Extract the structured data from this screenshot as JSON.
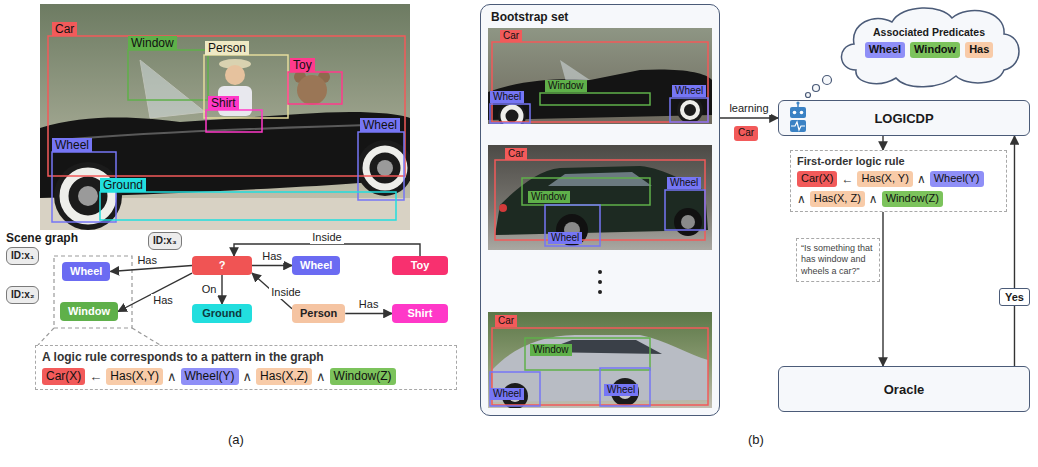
{
  "diagram": {
    "nodes": [
      {
        "text": [
          "ID:x₁"
        ]
      },
      {
        "text": [
          "Wheel"
        ]
      },
      {
        "text": [
          "ID:x₂"
        ]
      },
      {
        "text": [
          "Window"
        ]
      },
      {
        "text": [
          "ID:x₃"
        ]
      },
      {
        "text": [
          "?"
        ]
      },
      {
        "text": [
          "Wheel"
        ]
      },
      {
        "text": [
          "Toy"
        ]
      },
      {
        "text": [
          "Ground"
        ]
      },
      {
        "text": [
          "Person"
        ]
      },
      {
        "text": [
          "Shirt"
        ]
      },
      {
        "text": [
          "A logic rule corresponds to a pattern in the graph"
        ]
      },
      {
        "text": [
          "Car(X)"
        ],
        "in": 11
      },
      {
        "text": [
          "Has(X,Y)"
        ],
        "in": 11
      },
      {
        "text": [
          "Wheel(Y)"
        ],
        "in": 11
      },
      {
        "text": [
          "Has(X,Z)"
        ],
        "in": 11
      },
      {
        "text": [
          "Window(Z)"
        ],
        "in": 11
      },
      {
        "text": [
          "Bootstrap set"
        ]
      },
      {
        "text": [
          "Car"
        ]
      },
      {
        "text": [
          "Associated Predicates"
        ]
      },
      {
        "text": [
          "Wheel"
        ],
        "in": 19
      },
      {
        "text": [
          "Window"
        ],
        "in": 19
      },
      {
        "text": [
          "Has"
        ],
        "in": 19
      },
      {
        "text": [
          "LOGICDP"
        ]
      },
      {
        "text": [
          "First-order logic rule"
        ]
      },
      {
        "text": [
          "Car(X)"
        ],
        "in": 24
      },
      {
        "text": [
          "Has(X, Y)"
        ],
        "in": 24
      },
      {
        "text": [
          "Wheel(Y)"
        ],
        "in": 24
      },
      {
        "text": [
          "Has(X, Z)"
        ],
        "in": 24
      },
      {
        "text": [
          "Window(Z)"
        ],
        "in": 24
      },
      {
        "text": [
          "“Is something that has window and wheels a car?”"
        ]
      },
      {
        "text": [
          "Oracle"
        ]
      },
      {
        "text": [
          "Yes"
        ]
      }
    ],
    "edges": [
      {
        "from": 5,
        "to": 1,
        "label": "Has",
        "arrow": "to"
      },
      {
        "from": 5,
        "to": 3,
        "label": "Has",
        "arrow": "to"
      },
      {
        "from": 5,
        "to": 6,
        "label": "Has",
        "arrow": "to"
      },
      {
        "from": 5,
        "to": 8,
        "label": "On",
        "arrow": "to"
      },
      {
        "from": 9,
        "to": 5,
        "label": "Inside",
        "arrow": "to"
      },
      {
        "from": 7,
        "to": 5,
        "label": "Inside",
        "arrow": "to"
      },
      {
        "from": 9,
        "to": 10,
        "label": "Has",
        "arrow": "to"
      },
      {
        "from": 17,
        "to": 23,
        "label": "learning",
        "arrow": "to"
      },
      {
        "from": 23,
        "to": 24,
        "arrow": "to"
      },
      {
        "from": 24,
        "to": 31,
        "arrow": "to"
      },
      {
        "from": 31,
        "to": 32,
        "arrow": "none"
      },
      {
        "from": 32,
        "to": 23,
        "arrow": "to"
      }
    ],
    "labels": [
      "Car",
      "Window",
      "Person",
      "Toy",
      "Shirt",
      "Wheel",
      "Wheel",
      "Ground",
      "Scene graph",
      "←",
      "∧",
      "∧",
      "∧",
      "←",
      "∧",
      "∧",
      "∧",
      "Car",
      "Window",
      "Wheel",
      "Wheel",
      "Car",
      "Window",
      "Wheel",
      "Wheel",
      "Car",
      "Window",
      "Wheel",
      "Wheel",
      "(a)",
      "(b)"
    ]
  }
}
